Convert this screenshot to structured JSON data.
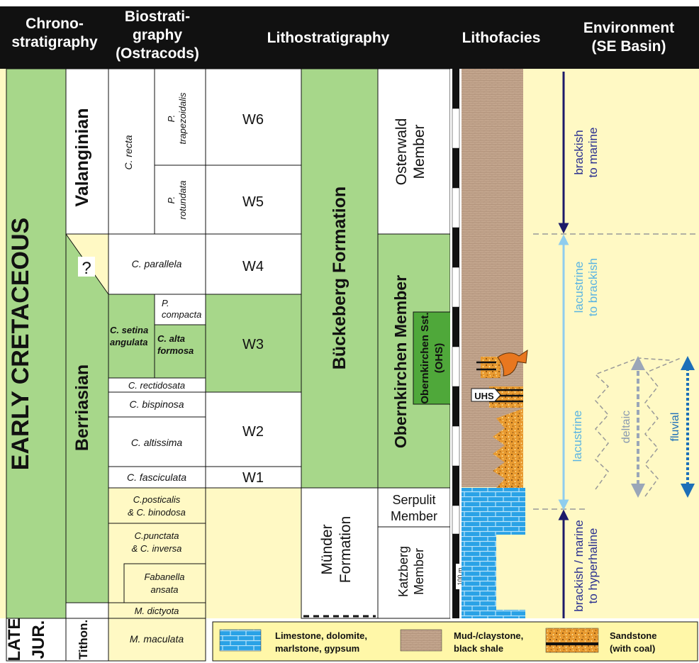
{
  "headers": {
    "chrono": [
      "Chrono-",
      "stratigraphy"
    ],
    "bio": [
      "Biostrati-",
      "graphy",
      "(Ostracods)"
    ],
    "litho": "Lithostratigraphy",
    "facies": "Lithofacies",
    "env": [
      "Environment",
      "(SE Basin)"
    ]
  },
  "chrono": {
    "early": "EARLY CRETACEOUS",
    "valanginian": "Valanginian",
    "berriasian": "Berriasian",
    "uncertain": "?",
    "late": "LATE",
    "jur": "JUR.",
    "tithon": "Tithon."
  },
  "bio": {
    "recta": "C. recta",
    "trapezoidalis": [
      "P.",
      "trapezoidalis"
    ],
    "rotundata": [
      "P.",
      "rotundata"
    ],
    "parallela": "C. parallela",
    "compacta": [
      "P.",
      "compacta"
    ],
    "setina": [
      "C. setina",
      "angulata"
    ],
    "alta_formosa": [
      "C. alta",
      "formosa"
    ],
    "rectidosata": "C. rectidosata",
    "bispinosa": "C. bispinosa",
    "altissima": "C. altissima",
    "fasciculata": "C. fasciculata",
    "posticalis": [
      "C.posticalis",
      "& C. binodosa"
    ],
    "punctata": [
      "C.punctata",
      "& C. inversa"
    ],
    "fabanella": [
      "Fabanella",
      "ansata"
    ],
    "dictyota": "M. dictyota",
    "maculata": "M. maculata"
  },
  "units": {
    "w6": "W6",
    "w5": "W5",
    "w4": "W4",
    "w3": "W3",
    "w2": "W2",
    "w1": "W1"
  },
  "litho": {
    "bueckeberg": "Bückeberg Formation",
    "osterwald": [
      "Osterwald",
      "Member"
    ],
    "obernkirchen": "Obernkirchen Member",
    "obernkirchen_sst": [
      "Obernkirchen Sst.",
      "(OHS)"
    ],
    "muender": [
      "Münder",
      "Formation"
    ],
    "serpulit": [
      "Serpulit",
      "Member"
    ],
    "katzberg": [
      "Katzberg",
      "Member"
    ]
  },
  "lithofacies": {
    "uhs": "UHS",
    "scale_label": "100 m"
  },
  "environment": {
    "brackish_marine": [
      "brackish",
      "to marine"
    ],
    "lacustrine_brackish": [
      "lacustrine",
      "to brackish"
    ],
    "lacustrine": "lacustrine",
    "deltaic": "deltaic",
    "fluvial": "fluvial",
    "hyperhaline": [
      "brackish / marine",
      "to hyperhaline"
    ]
  },
  "legend": {
    "limestone": [
      "Limestone, dolomite,",
      "marlstone, gypsum"
    ],
    "mudstone": [
      "Mud-/claystone,",
      "black shale"
    ],
    "sandstone": [
      "Sandstone",
      "(with coal)"
    ]
  },
  "colors": {
    "green": "#a7d78a",
    "yellow": "#fff9c4",
    "header": "#111111",
    "limestone_blue": "#2aa2e6",
    "sandstone_orange": "#e89a30",
    "mudstone_brown": "#c8ab93",
    "navy": "#1c1a6a",
    "light_blue": "#8fcdee"
  }
}
